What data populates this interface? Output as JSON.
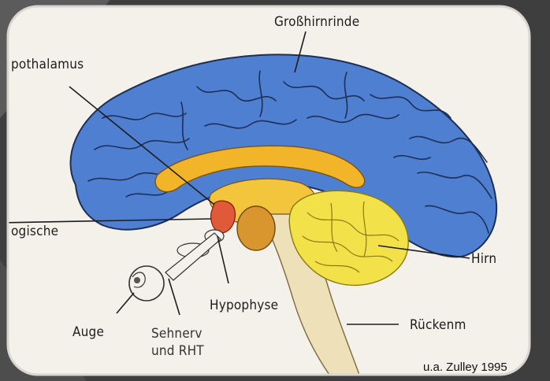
{
  "diagram": {
    "labels": {
      "cortex": "Großhirnrinde",
      "hypothalamus": "pothalamus",
      "logische": "ogische",
      "hirn": "Hirn",
      "hypophyse": "Hypophyse",
      "auge": "Auge",
      "sehnerv_1": "Sehnerv",
      "sehnerv_2": "und RHT",
      "rueckenmark": "Rückenm"
    },
    "credit": "u.a. Zulley 1995",
    "colors": {
      "cortex": "#4f7fd0",
      "corpus_callosum": "#f2b52a",
      "nucleus": "#e05a3a",
      "pons": "#d9962e",
      "cerebellum": "#f3e14a",
      "brainstem": "#eee0b8",
      "paper": "#f4f1ea",
      "background": "#3e3e3e"
    }
  }
}
